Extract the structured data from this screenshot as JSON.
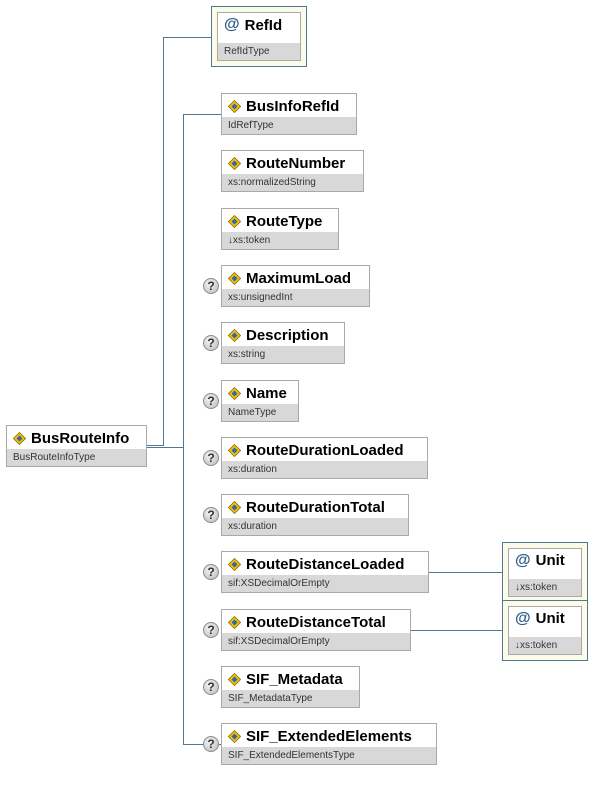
{
  "root": {
    "name": "BusRouteInfo",
    "type": "BusRouteInfoType"
  },
  "attribute": {
    "name": "RefId",
    "type": "RefIdType"
  },
  "elements": [
    {
      "name": "BusInfoRefId",
      "type": "IdRefType",
      "optional": false
    },
    {
      "name": "RouteNumber",
      "type": "xs:normalizedString",
      "optional": false
    },
    {
      "name": "RouteType",
      "type": "↓xs:token",
      "optional": false
    },
    {
      "name": "MaximumLoad",
      "type": "xs:unsignedInt",
      "optional": true
    },
    {
      "name": "Description",
      "type": "xs:string",
      "optional": true
    },
    {
      "name": "Name",
      "type": "NameType",
      "optional": true
    },
    {
      "name": "RouteDurationLoaded",
      "type": "xs:duration",
      "optional": true
    },
    {
      "name": "RouteDurationTotal",
      "type": "xs:duration",
      "optional": true
    },
    {
      "name": "RouteDistanceLoaded",
      "type": "sif:XSDecimalOrEmpty",
      "optional": true,
      "attribute": {
        "name": "Unit",
        "type": "↓xs:token"
      }
    },
    {
      "name": "RouteDistanceTotal",
      "type": "sif:XSDecimalOrEmpty",
      "optional": true,
      "attribute": {
        "name": "Unit",
        "type": "↓xs:token"
      }
    },
    {
      "name": "SIF_Metadata",
      "type": "SIF_MetadataType",
      "optional": true
    },
    {
      "name": "SIF_ExtendedElements",
      "type": "SIF_ExtendedElementsType",
      "optional": true
    }
  ],
  "symbols": {
    "attribute": "@",
    "optional": "?"
  },
  "colors": {
    "connector": "#4f7896",
    "type_band": "#d8d8d8",
    "attribute_frame": "#fbfbe8"
  },
  "icons": {
    "element": "element-icon",
    "attribute": "attribute-icon",
    "optional": "optional-icon"
  }
}
